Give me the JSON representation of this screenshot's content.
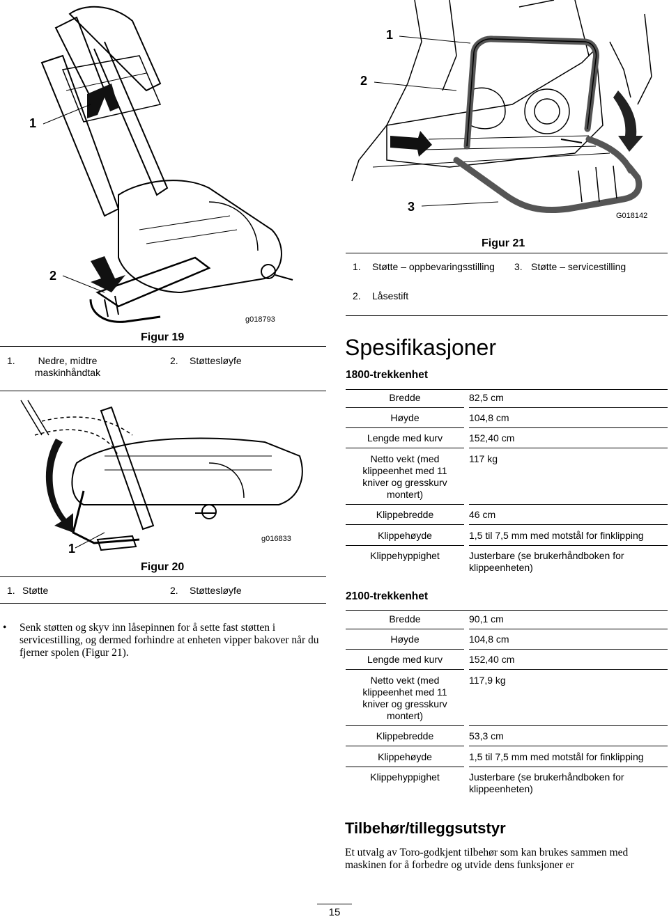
{
  "figure19": {
    "callout_1": "1",
    "callout_2": "2",
    "code": "g018793",
    "caption": "Figur 19",
    "legend": [
      {
        "num": "1.",
        "text": "Nedre, midtre maskinhåndtak"
      },
      {
        "num": "2.",
        "text": "Støttesløyfe"
      }
    ]
  },
  "figure20": {
    "callout_1": "1",
    "code": "g016833",
    "caption": "Figur 20",
    "legend": [
      {
        "num": "1.",
        "text": "Støtte"
      },
      {
        "num": "2.",
        "text": "Støttesløyfe"
      }
    ]
  },
  "figure21": {
    "callout_1": "1",
    "callout_2": "2",
    "callout_3": "3",
    "code": "G018142",
    "caption": "Figur 21",
    "legend": [
      {
        "num": "1.",
        "text": "Støtte – oppbevaringsstilling"
      },
      {
        "num": "2.",
        "text": "Låsestift"
      },
      {
        "num": "3.",
        "text": "Støtte – servicestilling"
      }
    ]
  },
  "bullet_text": "Senk støtten og skyv inn låsepinnen for å sette fast støtten i servicestilling, og dermed forhindre at enheten vipper bakover når du fjerner spolen (Figur 21).",
  "specs": {
    "heading": "Spesifikasjoner",
    "unit1": {
      "title": "1800-trekkenhet",
      "rows": [
        {
          "label": "Bredde",
          "value": "82,5 cm"
        },
        {
          "label": "Høyde",
          "value": "104,8 cm"
        },
        {
          "label": "Lengde med kurv",
          "value": "152,40 cm"
        },
        {
          "label": "Netto vekt (med klippeenhet med 11 kniver og gresskurv montert)",
          "value": "117 kg"
        },
        {
          "label": "Klippebredde",
          "value": "46 cm"
        },
        {
          "label": "Klippehøyde",
          "value": "1,5 til 7,5 mm med motstål for finklipping"
        },
        {
          "label": "Klippehyppighet",
          "value": "Justerbare (se brukerhåndboken for klippeenheten)"
        }
      ]
    },
    "unit2": {
      "title": "2100-trekkenhet",
      "rows": [
        {
          "label": "Bredde",
          "value": "90,1 cm"
        },
        {
          "label": "Høyde",
          "value": "104,8 cm"
        },
        {
          "label": "Lengde med kurv",
          "value": "152,40 cm"
        },
        {
          "label": "Netto vekt (med klippeenhet med 11 kniver og gresskurv montert)",
          "value": "117,9 kg"
        },
        {
          "label": "Klippebredde",
          "value": "53,3 cm"
        },
        {
          "label": "Klippehøyde",
          "value": "1,5 til 7,5 mm med motstål for finklipping"
        },
        {
          "label": "Klippehyppighet",
          "value": "Justerbare (se brukerhåndboken for klippeenheten)"
        }
      ]
    }
  },
  "accessories": {
    "heading": "Tilbehør/tilleggsutstyr",
    "text": "Et utvalg av Toro-godkjent tilbehør som kan brukes sammen med maskinen for å forbedre og utvide dens funksjoner er"
  },
  "page_number": "15"
}
